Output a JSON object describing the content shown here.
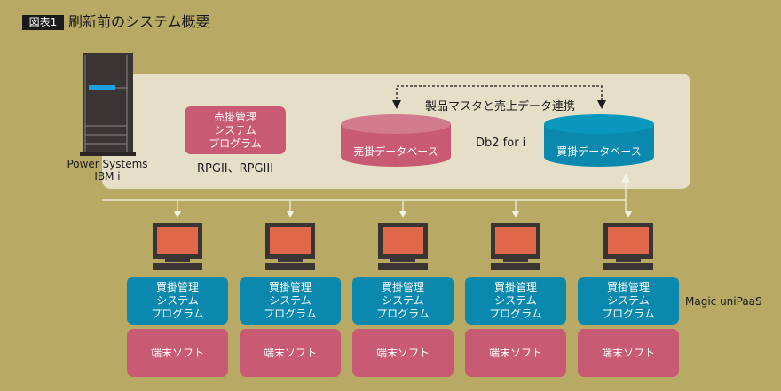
{
  "header": {
    "badge": "図表1",
    "title": "刷新前のシステム概要"
  },
  "server": {
    "line1": "Power Systems",
    "line2": "IBM i"
  },
  "sales_program": {
    "line1": "売掛管理",
    "line2": "システム",
    "line3": "プログラム",
    "languages": "RPGII、RPGIII"
  },
  "databases": {
    "link_label": "製品マスタと売上データ連携",
    "platform": "Db2 for i",
    "sales_db": "売掛データベース",
    "purchase_db": "買掛データベース"
  },
  "clients": {
    "platform": "Magic uniPaaS",
    "items": [
      {
        "line1": "買掛管理",
        "line2": "システム",
        "line3": "プログラム",
        "terminal": "端末ソフト"
      },
      {
        "line1": "買掛管理",
        "line2": "システム",
        "line3": "プログラム",
        "terminal": "端末ソフト"
      },
      {
        "line1": "買掛管理",
        "line2": "システム",
        "line3": "プログラム",
        "terminal": "端末ソフト"
      },
      {
        "line1": "買掛管理",
        "line2": "システム",
        "line3": "プログラム",
        "terminal": "端末ソフト"
      },
      {
        "line1": "買掛管理",
        "line2": "システム",
        "line3": "プログラム",
        "terminal": "端末ソフト"
      }
    ]
  },
  "colors": {
    "background": "#b8aa64",
    "panel": "#e6dfc7",
    "pink": "#c95a74",
    "blue": "#0a88ad",
    "screen": "#e0674a"
  }
}
